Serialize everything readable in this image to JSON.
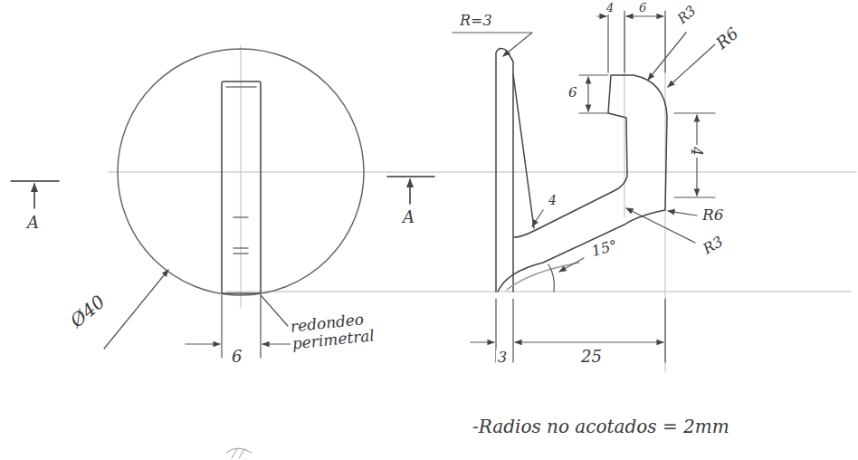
{
  "diagram": {
    "labels": [
      "A",
      "A",
      "Ø40",
      "6",
      "redondeo perimetral",
      "R=3",
      "4",
      "6",
      "R3",
      "R6",
      "6",
      "4",
      "R6",
      "R3",
      "4",
      "15°",
      "3",
      "25",
      "-Radios no acotados = 2mm"
    ]
  }
}
